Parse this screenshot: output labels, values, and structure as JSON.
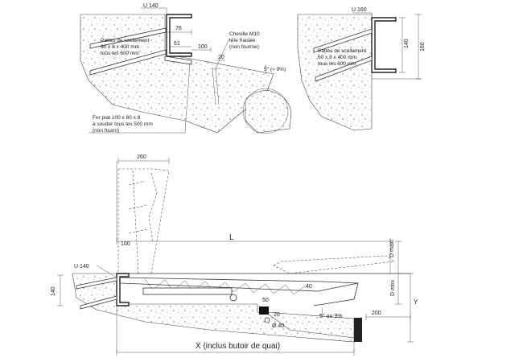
{
  "labels": {
    "u140_top": "U 140",
    "u160_top": "U 160",
    "u140_main": "U 140",
    "pattes_left": [
      "Pattes de scellement",
      "60 x 8 x 400 mm",
      "tous les 600 mm"
    ],
    "pattes_right": [
      "Pattes de scellement",
      "60 x 8 x 400 mm",
      "tous les 600 mm"
    ],
    "cheville": [
      "Cheville M10",
      "tête fraisée",
      "(non fournie)"
    ],
    "fer_plat": [
      "Fer plat 100 x 80 x 8",
      "à souder tous les 500 mm",
      "(non fourni)"
    ],
    "slope_top": "5° (≈ 9%)",
    "slope_bottom": "5° ou 9%",
    "x_label": "X (inclus butoir de quai)",
    "l_label": "L",
    "d_maxi": "D maxi",
    "d_mini": "D mini",
    "y_label": "Y"
  },
  "dimensions": {
    "d76": "76",
    "d61": "61",
    "d100_top": "100",
    "d20_top": "20",
    "d140_right": "140",
    "d160_right": "160",
    "d260": "260",
    "d100_main": "100",
    "d140_main": "140",
    "d40": "40",
    "d50": "50",
    "d20_main": "20",
    "phi40": "Ø 40",
    "d200": "200"
  }
}
